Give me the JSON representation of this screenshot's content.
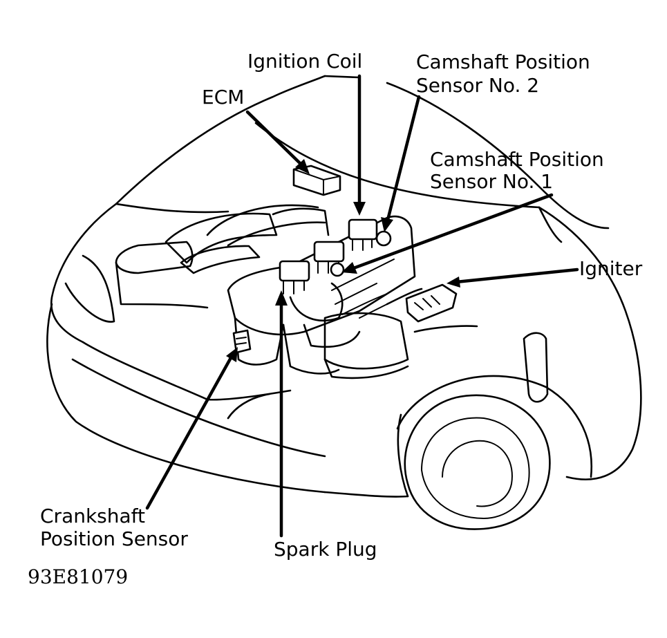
{
  "labels": {
    "ignition_coil": "Ignition Coil",
    "cam_sensor_2_line1": "Camshaft Position",
    "cam_sensor_2_line2": "Sensor No. 2",
    "ecm": "ECM",
    "cam_sensor_1_line1": "Camshaft Position",
    "cam_sensor_1_line2": "Sensor No. 1",
    "igniter": "Igniter",
    "crankshaft_line1": "Crankshaft",
    "crankshaft_line2": "Position Sensor",
    "spark_plug": "Spark Plug"
  },
  "figure_code": "93E81079"
}
